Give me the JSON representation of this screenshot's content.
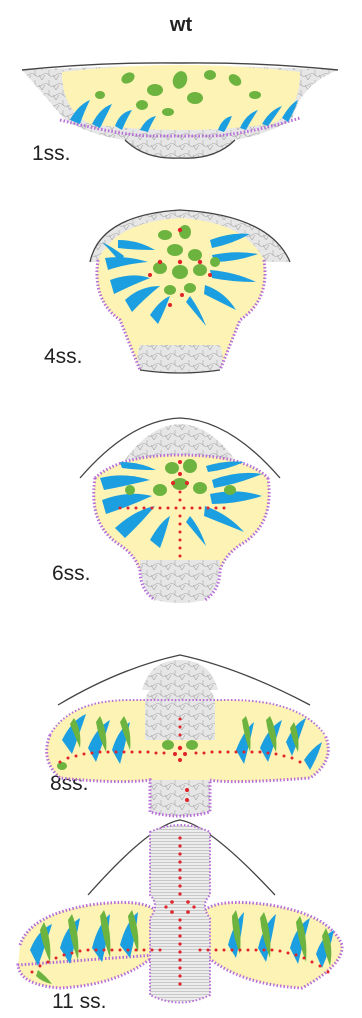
{
  "title": "wt",
  "stages": [
    {
      "label": "1ss."
    },
    {
      "label": "4ss."
    },
    {
      "label": "6ss."
    },
    {
      "label": "8ss."
    },
    {
      "label": "11 ss."
    }
  ],
  "colors": {
    "yolk": "#fdf3b5",
    "cells": "#e4e4e4",
    "cell_lines": "#9a9a9a",
    "blue_cells": "#1c9fe0",
    "green_cells": "#6cb33f",
    "dots": "#e0242a",
    "border": "#b76cd8",
    "outline": "#444444"
  }
}
